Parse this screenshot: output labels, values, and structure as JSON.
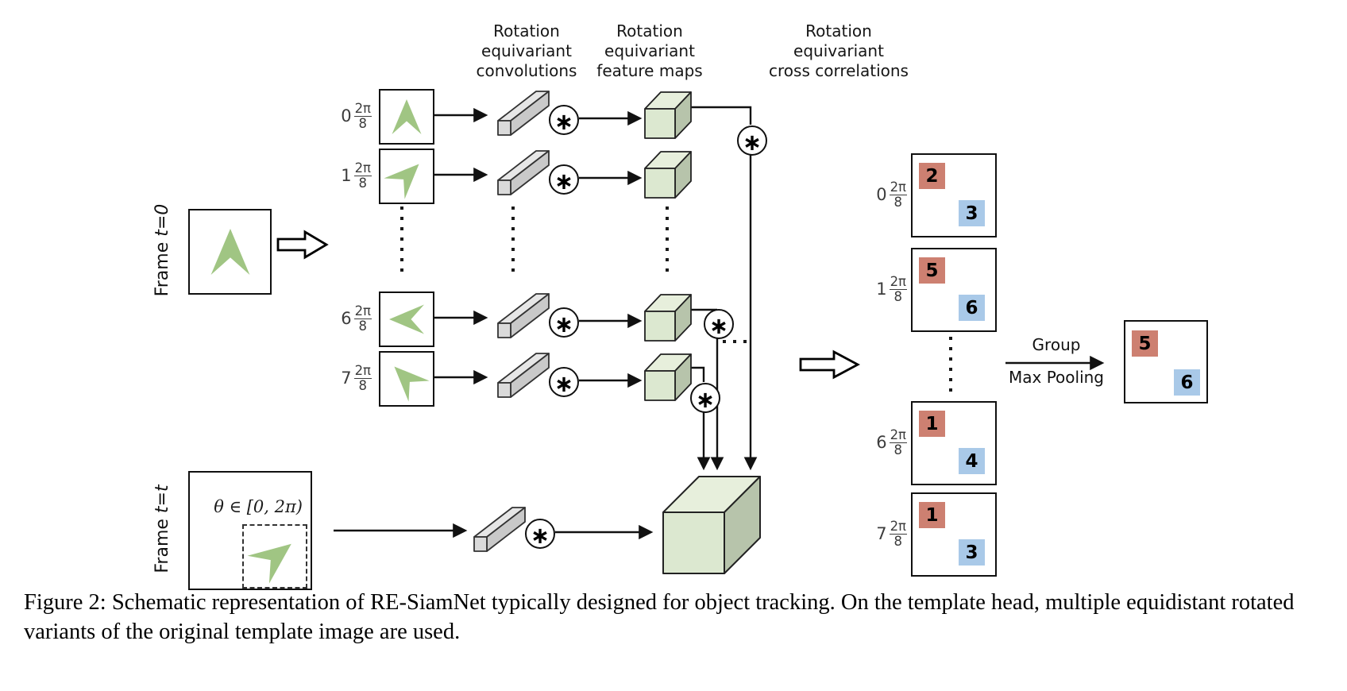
{
  "figure": {
    "headers": [
      {
        "lines": [
          "Rotation",
          "equivariant",
          "convolutions"
        ]
      },
      {
        "lines": [
          "Rotation",
          "equivariant",
          "feature maps"
        ]
      },
      {
        "lines": [
          "Rotation",
          "equivariant",
          "cross correlations"
        ]
      }
    ],
    "frame_t0": {
      "prefix": "Frame ",
      "var": "t=0"
    },
    "frame_tt": {
      "prefix": "Frame ",
      "var": "t=t"
    },
    "theta_label": "θ ∈ [0, 2π)",
    "operator_glyph": "∗",
    "rotation_rows": [
      {
        "index": "0",
        "frac_num": "2π",
        "frac_den": "8",
        "angle_deg": 0
      },
      {
        "index": "1",
        "frac_num": "2π",
        "frac_den": "8",
        "angle_deg": 45
      },
      {
        "index": "6",
        "frac_num": "2π",
        "frac_den": "8",
        "angle_deg": 270
      },
      {
        "index": "7",
        "frac_num": "2π",
        "frac_den": "8",
        "angle_deg": 315
      }
    ],
    "score_maps": [
      {
        "index": "0",
        "frac_num": "2π",
        "frac_den": "8",
        "red": "2",
        "blue": "3"
      },
      {
        "index": "1",
        "frac_num": "2π",
        "frac_den": "8",
        "red": "5",
        "blue": "6"
      },
      {
        "index": "6",
        "frac_num": "2π",
        "frac_den": "8",
        "red": "1",
        "blue": "4"
      },
      {
        "index": "7",
        "frac_num": "2π",
        "frac_den": "8",
        "red": "1",
        "blue": "3"
      }
    ],
    "pooled_map": {
      "red": "5",
      "blue": "6"
    },
    "group_pooling": {
      "line1": "Group",
      "line2": "Max Pooling"
    },
    "colors": {
      "dart_green": "#a0c583",
      "cube_front": "#dce8d0",
      "cube_top": "#e7efdc",
      "cube_side": "#b7c4ab",
      "bar_front": "#c9c9c9",
      "bar_top": "#e6e6e6",
      "bar_cap": "#dadada",
      "score_red": "#cd8071",
      "score_blue": "#a9c9e8",
      "line_black": "#111111"
    }
  },
  "caption": {
    "text": "Figure 2: Schematic representation of RE-SiamNet typically designed for object tracking. On the template head, multiple equidistant rotated variants of the original template image are used."
  }
}
